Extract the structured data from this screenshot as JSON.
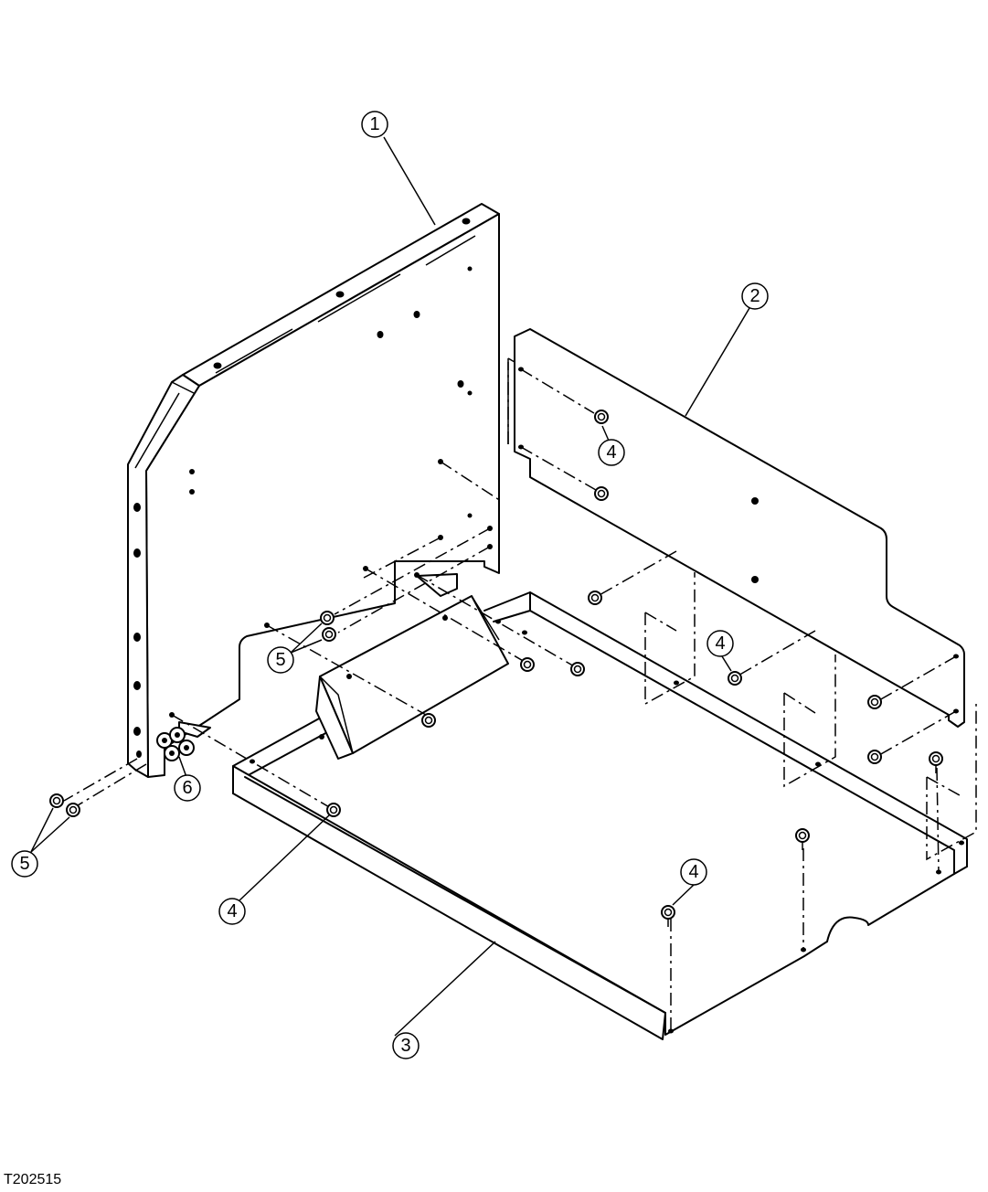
{
  "figure_id": "T202515",
  "callouts": [
    {
      "id": "c1",
      "label": "1"
    },
    {
      "id": "c2",
      "label": "2"
    },
    {
      "id": "c3",
      "label": "3"
    },
    {
      "id": "c4a",
      "label": "4"
    },
    {
      "id": "c4b",
      "label": "4"
    },
    {
      "id": "c4c",
      "label": "4"
    },
    {
      "id": "c4d",
      "label": "4"
    },
    {
      "id": "c5a",
      "label": "5"
    },
    {
      "id": "c5b",
      "label": "5"
    },
    {
      "id": "c6",
      "label": "6"
    }
  ]
}
